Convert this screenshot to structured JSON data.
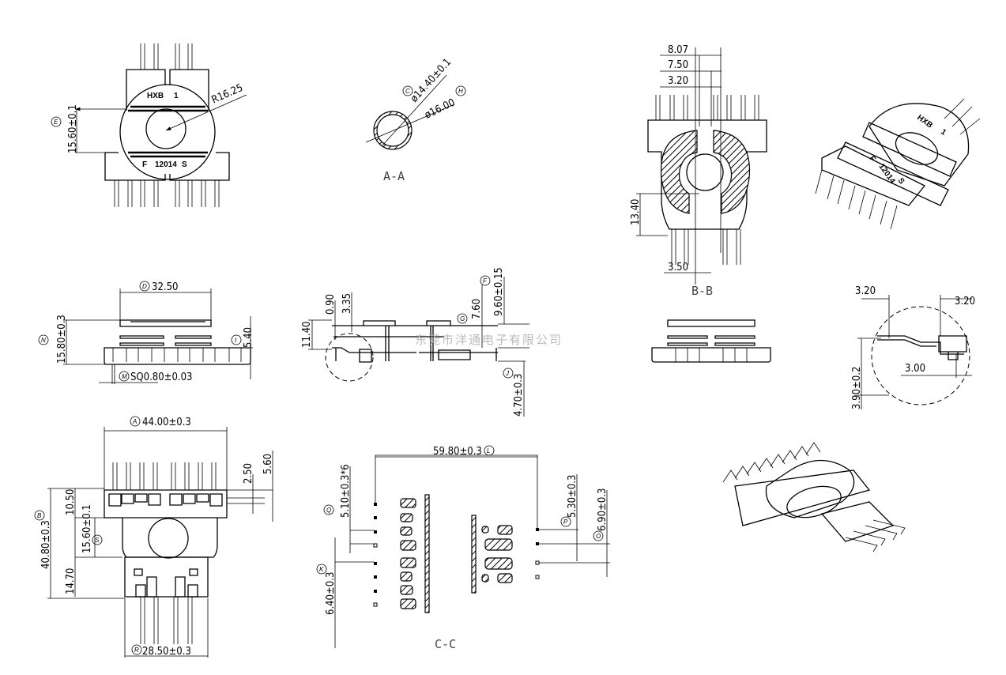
{
  "watermark": "东莞市洋通电子有限公司",
  "section_labels": {
    "aa": "A-A",
    "bb": "B-B",
    "cc": "C-C"
  },
  "markings": {
    "top_line_1": "HXB",
    "top_line_2": "1",
    "bottom_line_1": "F",
    "bottom_line_2": "12014",
    "bottom_line_3": "S"
  },
  "dimensions": {
    "top_view": {
      "height_e": "15.60±0.1",
      "radius": "R16.25",
      "tag_e": "E"
    },
    "aa": {
      "inner_dia": "ø14.40±0.1",
      "outer_dia": "ø16.00",
      "tag_c": "C",
      "tag_h": "H"
    },
    "bb": {
      "d1": "8.07",
      "d2": "7.50",
      "d3": "3.20",
      "d4": "13.40",
      "d5": "3.50"
    },
    "front_view": {
      "width": "32.50",
      "height": "15.80±0.3",
      "base": "5.40",
      "pin": "SQ0.80±0.03",
      "tag_d": "D",
      "tag_n": "N",
      "tag_i": "I",
      "tag_m": "M"
    },
    "side_view": {
      "h1": "11.40",
      "h2": "0.90",
      "h3": "3.35",
      "h4": "7.60",
      "h5": "9.60±0.15",
      "h6": "4.70±0.3",
      "tag_g": "G",
      "tag_f": "F",
      "tag_j": "J"
    },
    "detail": {
      "d1": "3.20",
      "d2": "3.20",
      "d3": "3.00",
      "d4": "3.90±0.2"
    },
    "bottom_view": {
      "width": "44.00±0.3",
      "height": "40.80±0.3",
      "d1": "10.50",
      "d2": "15.60±0.1",
      "d3": "14.70",
      "d4": "2.50",
      "d5": "5.60",
      "base": "28.50±0.3",
      "tag_a": "A",
      "tag_b": "B",
      "tag_s": "S",
      "tag_r": "R"
    },
    "cc": {
      "span": "59.80±0.3",
      "pitch": "5.10±0.3*6",
      "gap_left": "6.40±0.3",
      "pitch_right": "5.30±0.3",
      "gap_right": "6.90±0.3",
      "tag_l": "L",
      "tag_q": "Q",
      "tag_k": "K",
      "tag_p": "P",
      "tag_o": "O"
    }
  }
}
